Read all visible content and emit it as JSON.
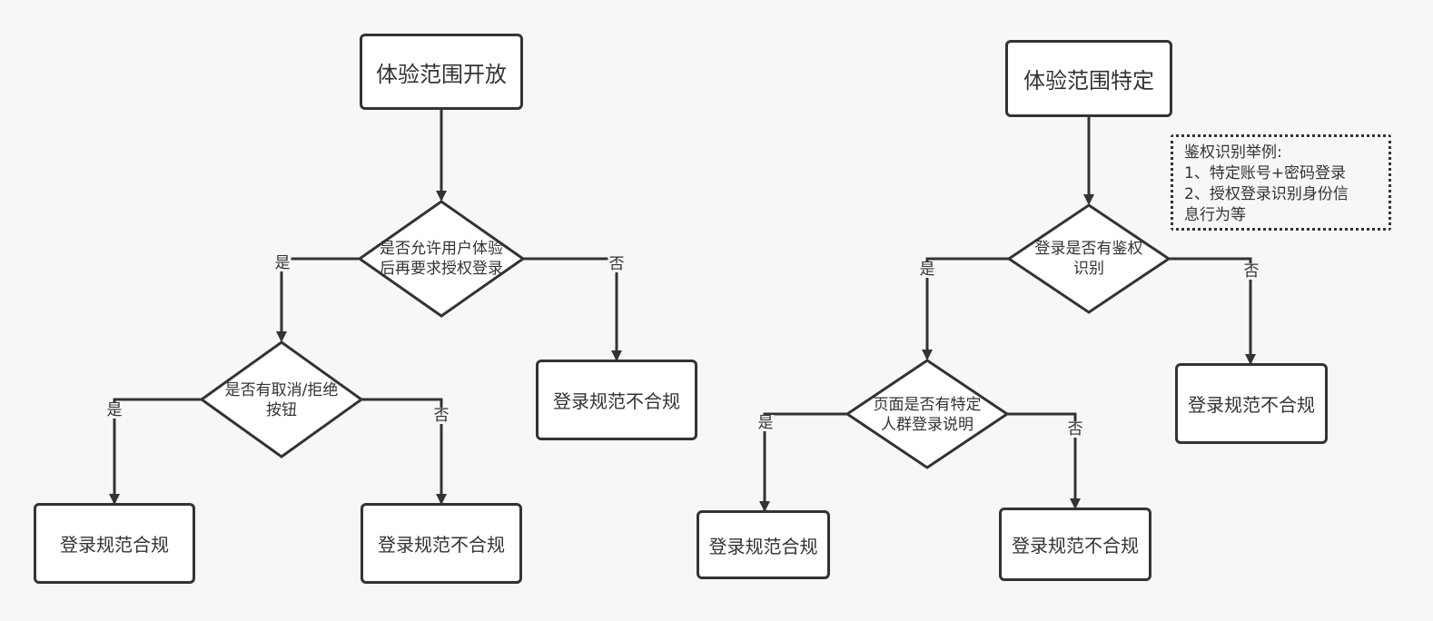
{
  "left_flow": {
    "start": "体验范围开放",
    "decision_auth": [
      "是否允许用户体验",
      "后再要求授权登录"
    ],
    "decision_cancel": [
      "是否有取消/拒绝",
      "按钮"
    ],
    "yes_label": "是",
    "no_label": "否",
    "result_compliant": "登录规范合规",
    "result_noncompliant_a": "登录规范不合规",
    "result_noncompliant_b": "登录规范不合规"
  },
  "right_flow": {
    "start": "体验范围特定",
    "decision_auth": [
      "登录是否有鉴权",
      "识别"
    ],
    "decision_notice": [
      "页面是否有特定",
      "人群登录说明"
    ],
    "yes_label": "是",
    "no_label": "否",
    "result_compliant": "登录规范合规",
    "result_noncompliant_a": "登录规范不合规",
    "result_noncompliant_b": "登录规范不合规"
  },
  "note": {
    "lines": [
      "鉴权识别举例:",
      "1、特定账号+密码登录",
      "2、授权登录识别身份信",
      "息行为等"
    ]
  },
  "colors": {
    "stroke": "#333333",
    "background": "#f7f7f7",
    "node_fill": "#ffffff"
  }
}
